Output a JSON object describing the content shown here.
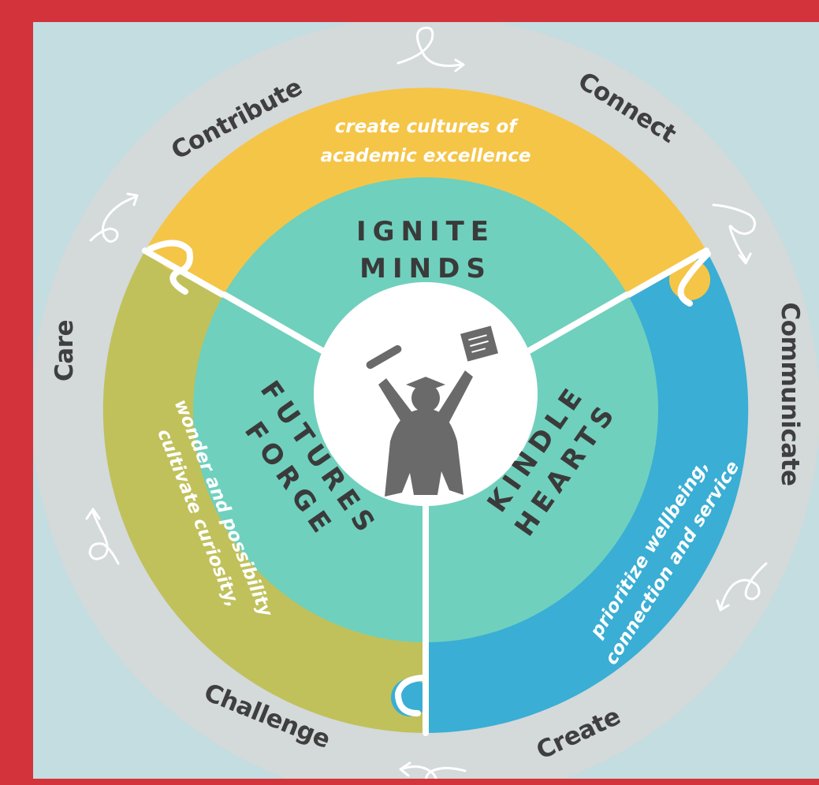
{
  "outer_ring_words": {
    "contribute": "Contribute",
    "connect": "Connect",
    "communicate": "Communicate",
    "create": "Create",
    "challenge": "Challenge",
    "care": "Care"
  },
  "segments": {
    "top": {
      "text_line1": "create cultures of",
      "text_line2": "academic excellence",
      "color": "#f5c548"
    },
    "right": {
      "text_line1": "prioritize wellbeing,",
      "text_line2": "connection and service",
      "color": "#3aaed4"
    },
    "left": {
      "text_line1": "cultivate curiosity,",
      "text_line2": "wonder and possibility",
      "color": "#c0c15b"
    }
  },
  "core_titles": {
    "ignite_line1": "IGNITE",
    "ignite_line2": "MINDS",
    "kindle_line1": "KINDLE",
    "kindle_line2": "HEARTS",
    "forge_line1": "FORGE",
    "forge_line2": "FUTURES"
  },
  "colors": {
    "background": "#c3dde1",
    "frame": "#d3333b",
    "outer_ring": "#d4d9da",
    "inner_disc": "#6fd0bd",
    "figure": "#6a6a6a",
    "dark_text": "#3f3f3f"
  },
  "icons": {
    "center": "graduate-icon",
    "arrows": "swirl-arrow-icon"
  }
}
